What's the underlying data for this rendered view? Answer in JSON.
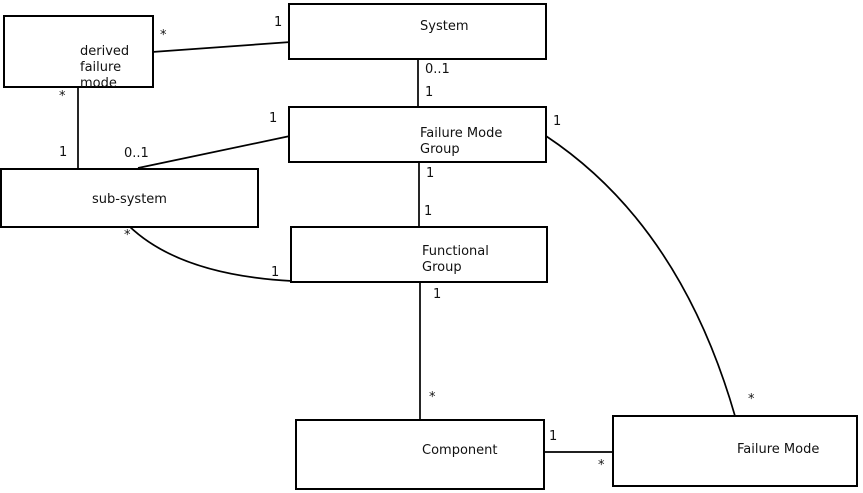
{
  "diagram": {
    "kind": "uml-class-diagram",
    "colors": {
      "background": "#ffffff",
      "line": "#000000",
      "text": "#111111"
    },
    "entities": {
      "derived_failure_mode": {
        "label": "derived\nfailure\nmode"
      },
      "system": {
        "label": "System"
      },
      "failure_mode_group": {
        "label": "Failure Mode\nGroup"
      },
      "sub_system": {
        "label": "sub-system"
      },
      "functional_group": {
        "label": "Functional\nGroup"
      },
      "component": {
        "label": "Component"
      },
      "failure_mode": {
        "label": "Failure Mode"
      }
    },
    "relationships": {
      "system_derived_failure_mode": {
        "from": "System",
        "to": "derived failure mode",
        "from_card": "1",
        "to_card": "*"
      },
      "system_failure_mode_group": {
        "from": "System",
        "to": "Failure Mode Group",
        "from_card": "0..1",
        "to_card": "1"
      },
      "derived_failure_mode_sub_system": {
        "from": "derived failure mode",
        "to": "sub-system",
        "from_card": "*",
        "to_card": "1"
      },
      "failure_mode_group_sub_system": {
        "from": "Failure Mode Group",
        "to": "sub-system",
        "from_card": "1",
        "to_card": "0..1"
      },
      "failure_mode_group_functional_group": {
        "from": "Failure Mode Group",
        "to": "Functional Group",
        "from_card": "1",
        "to_card": "1"
      },
      "sub_system_functional_group": {
        "from": "sub-system",
        "to": "Functional Group",
        "from_card": "*",
        "to_card": "1"
      },
      "functional_group_component": {
        "from": "Functional Group",
        "to": "Component",
        "from_card": "1",
        "to_card": "*"
      },
      "component_failure_mode": {
        "from": "Component",
        "to": "Failure Mode",
        "from_card": "1",
        "to_card": "*"
      },
      "failure_mode_group_failure_mode": {
        "from": "Failure Mode Group",
        "to": "Failure Mode",
        "from_card": "1",
        "to_card": "*"
      }
    }
  }
}
